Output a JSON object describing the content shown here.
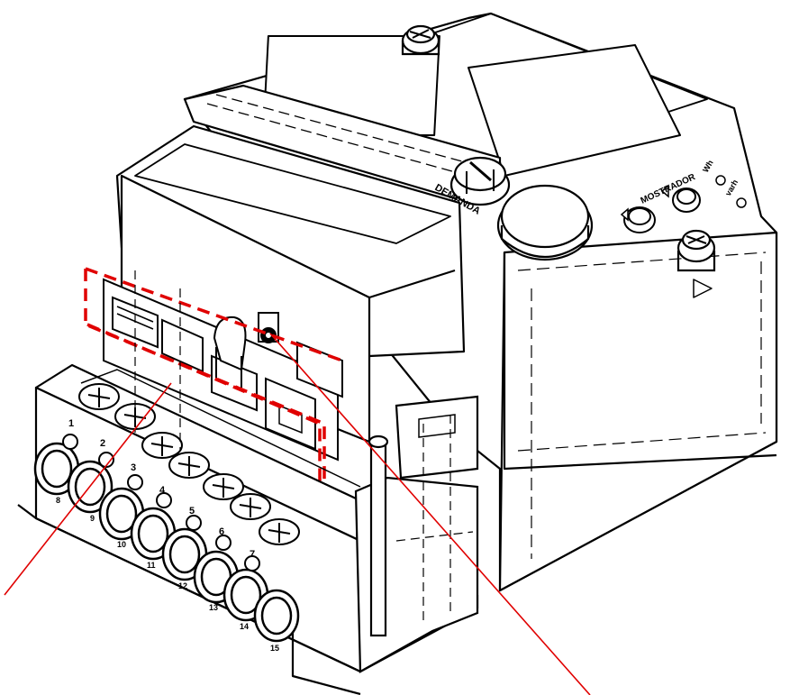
{
  "labels": {
    "demanda": "DEMANDA",
    "mostrador": "MOSTRADOR",
    "wh": "Wh",
    "varh": "varh"
  },
  "terminals": {
    "top_row": [
      "1",
      "2",
      "3",
      "4",
      "5",
      "6",
      "7"
    ],
    "bottom_row": [
      "8",
      "9",
      "10",
      "11",
      "12",
      "13",
      "14",
      "15"
    ]
  },
  "colors": {
    "line": "#000000",
    "highlight": "#e00000",
    "background": "#ffffff"
  }
}
